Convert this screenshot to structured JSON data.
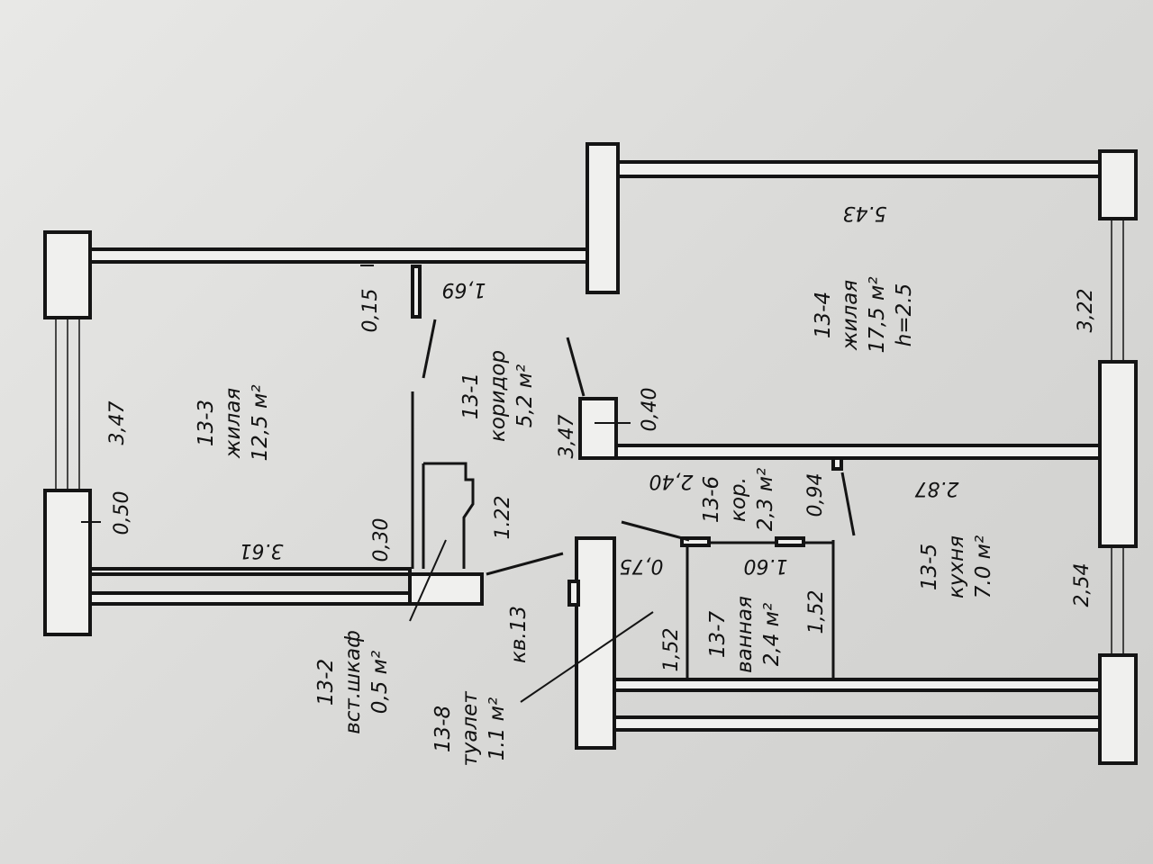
{
  "apartment": "кв.13",
  "rooms": {
    "r13_3": {
      "id": "13-3",
      "name": "жилая",
      "area": "12,5 м²"
    },
    "r13_1": {
      "id": "13-1",
      "name": "коридор",
      "area": "5,2 м²"
    },
    "r13_4": {
      "id": "13-4",
      "name": "жилая",
      "area": "17,5 м²",
      "height": "h=2.5"
    },
    "r13_6": {
      "id": "13-6",
      "name": "кор.",
      "area": "2,3 м²"
    },
    "r13_5": {
      "id": "13-5",
      "name": "кухня",
      "area": "7.0 м²"
    },
    "r13_7": {
      "id": "13-7",
      "name": "ванная",
      "area": "2,4 м²"
    },
    "r13_2": {
      "id": "13-2",
      "name": "вст.шкаф",
      "area": "0,5 м²"
    },
    "r13_8": {
      "id": "13-8",
      "name": "туалет",
      "area": "1.1 м²"
    }
  },
  "dims": {
    "d543": "5.43",
    "d322": "3,22",
    "d254": "2,54",
    "d287": "2.87",
    "d347a": "3,47",
    "d050": "0,50",
    "d361": "3.61",
    "d030": "0,30",
    "d015": "0,15",
    "d169": "1,69",
    "d122": "1.22",
    "d347b": "3,47",
    "d040": "0,40",
    "d240": "2,40",
    "d094": "0,94",
    "d075": "0,75",
    "d160": "1.60",
    "d152a": "1,52",
    "d152b": "1,52"
  }
}
